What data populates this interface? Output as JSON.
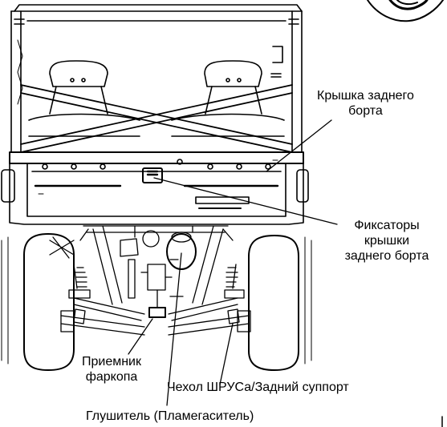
{
  "labels": {
    "tailgate": [
      "Крышка заднего",
      "борта"
    ],
    "tailgate_latches": [
      "Фиксаторы",
      "крышки",
      "заднего борта"
    ],
    "hitch_receiver": [
      "Приемник",
      "фаркопа"
    ],
    "cv_boot": "Чехол ШРУСа/Задний суппорт",
    "muffler": "Глушитель (Пламегаситель)"
  }
}
